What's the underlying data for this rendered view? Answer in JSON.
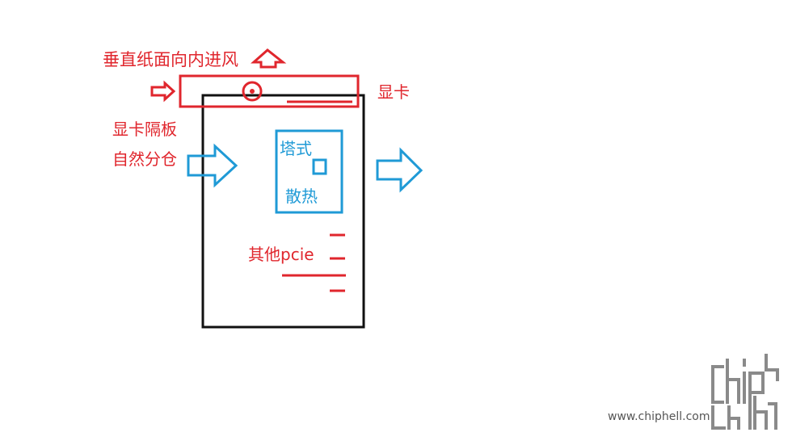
{
  "labels": {
    "fan_airflow": "垂直纸面向内进风",
    "gpu": "显卡",
    "gpu_divider": "显卡隔板",
    "natural_partition": "自然分仓",
    "tower_top": "塔式",
    "tower_bottom": "散热",
    "other_pcie": "其他pcie"
  },
  "watermark": {
    "logo_text": "chiphell",
    "url": "www.chiphell.com"
  },
  "colors": {
    "red": "#e0262d",
    "blue": "#1f9ad6",
    "black": "#111111"
  }
}
